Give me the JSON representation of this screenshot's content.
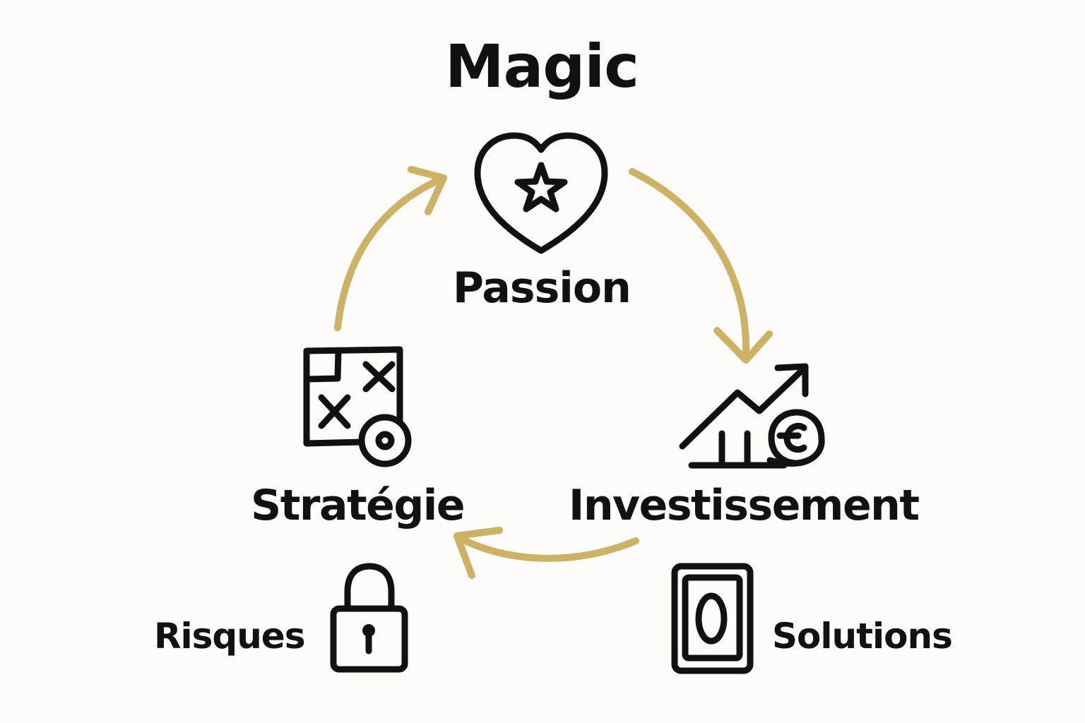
{
  "title": "Magic",
  "colors": {
    "background": "#fdfcfa",
    "text": "#111111",
    "arrow": "#cdb165"
  },
  "nodes": {
    "passion": {
      "label": "Passion",
      "icon": "heart-star-icon"
    },
    "investissement": {
      "label": "Investissement",
      "icon": "growth-chart-euro-icon"
    },
    "strategie": {
      "label": "Stratégie",
      "icon": "strategy-map-target-icon"
    }
  },
  "extras": {
    "risques": {
      "label": "Risques",
      "icon": "padlock-icon"
    },
    "solutions": {
      "label": "Solutions",
      "icon": "card-frame-icon"
    }
  },
  "cycle": [
    {
      "from": "Stratégie",
      "to": "Passion"
    },
    {
      "from": "Passion",
      "to": "Investissement"
    },
    {
      "from": "Investissement",
      "to": "Stratégie"
    }
  ]
}
